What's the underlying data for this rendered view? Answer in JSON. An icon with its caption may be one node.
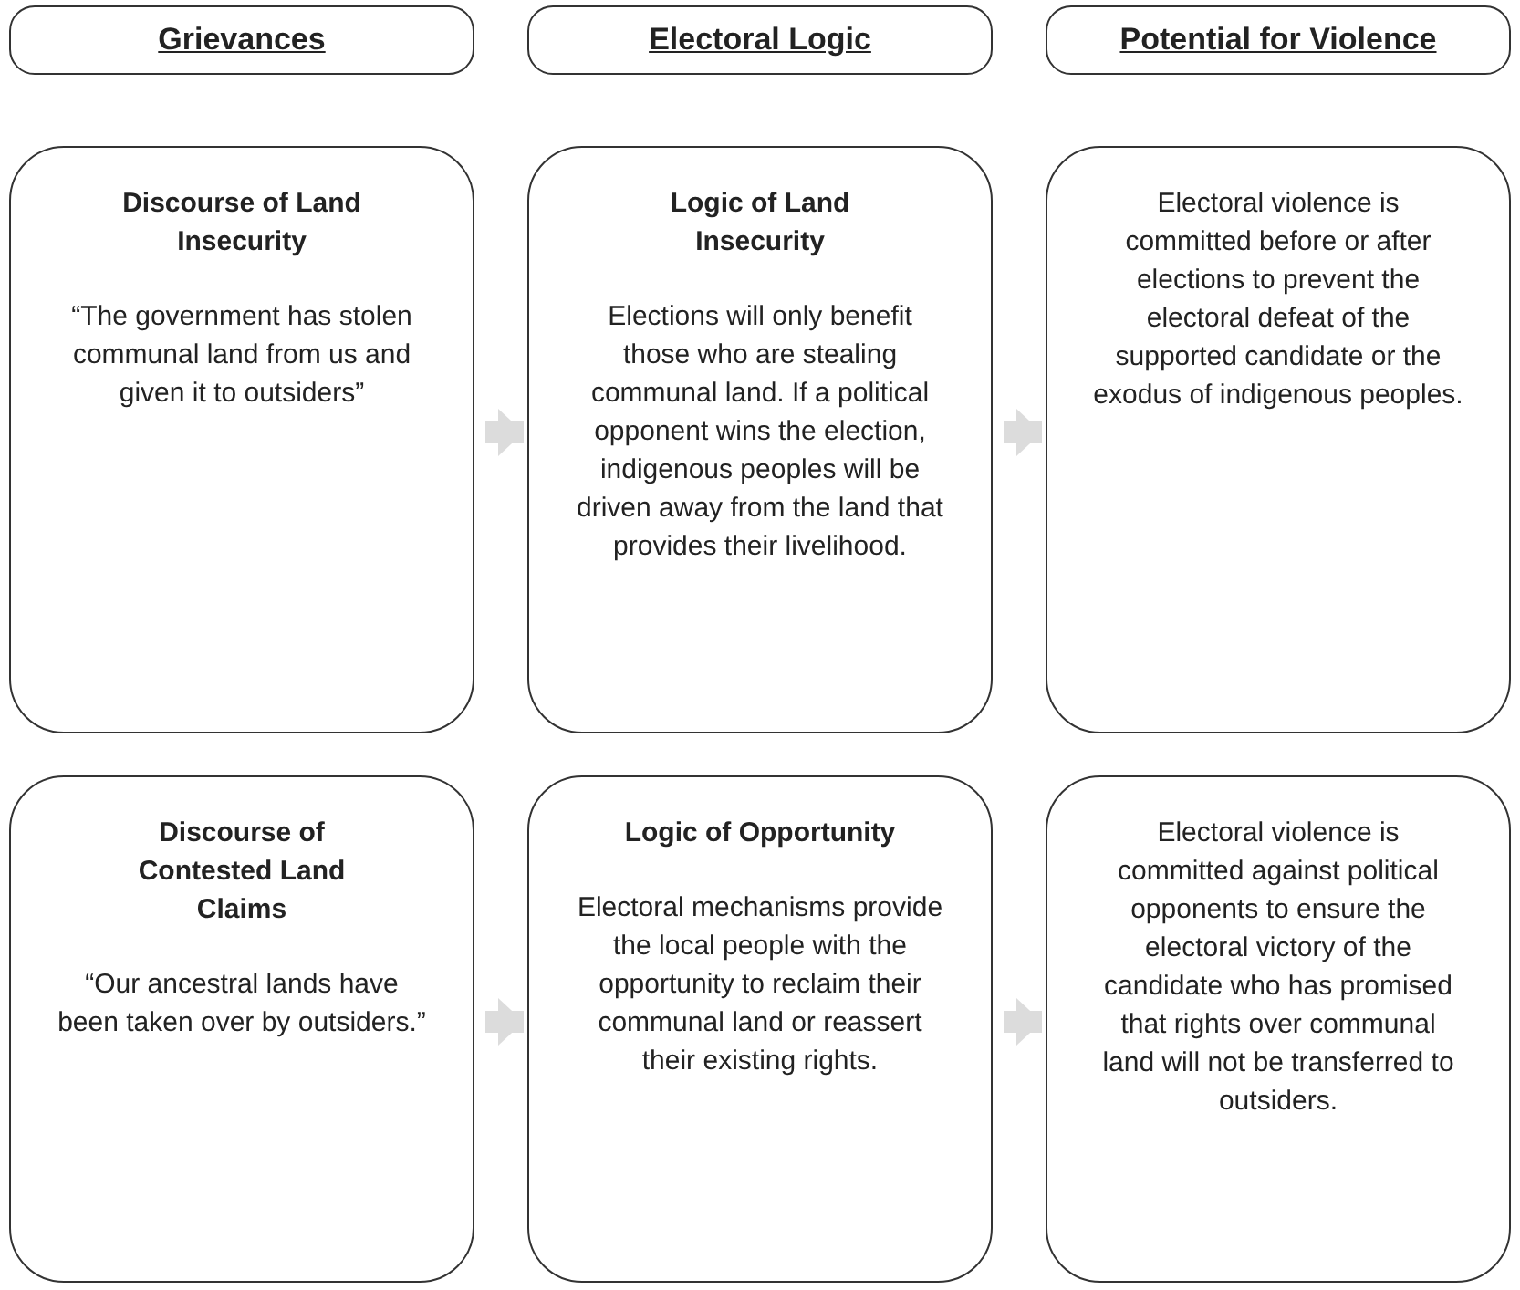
{
  "diagram": {
    "nodes": [
      {
        "text": [
          "Grievances"
        ]
      },
      {
        "text": [
          "Electoral Logic"
        ]
      },
      {
        "text": [
          "Potential for Violence"
        ]
      },
      {
        "text": [
          "Discourse of Land Insecurity",
          "“The government has stolen communal land from us and given it to outsiders”"
        ]
      },
      {
        "text": [
          "Logic of Land Insecurity",
          "Elections will only benefit those who are stealing communal land. If a political opponent wins the election, indigenous peoples will be driven away from the land that provides their livelihood."
        ]
      },
      {
        "text": [
          "Electoral violence is committed before or after elections to prevent the electoral defeat of the supported candidate or the exodus of indigenous peoples."
        ]
      },
      {
        "text": [
          "Discourse of Contested Land Claims",
          "“Our ancestral lands have been taken over by outsiders.”"
        ]
      },
      {
        "text": [
          "Logic of Opportunity",
          "Electoral mechanisms provide the local people with the opportunity to reclaim their communal land or reassert their existing rights."
        ]
      },
      {
        "text": [
          "Electoral violence is committed against political opponents to ensure the electoral victory of the candidate who has promised that rights over communal land will not be transferred to outsiders."
        ]
      }
    ],
    "edges": [
      {
        "from": 3,
        "to": 4,
        "arrow": "to",
        "color": "#dcdcdc"
      },
      {
        "from": 4,
        "to": 5,
        "arrow": "to",
        "color": "#dcdcdc"
      },
      {
        "from": 6,
        "to": 7,
        "arrow": "to",
        "color": "#dcdcdc"
      },
      {
        "from": 7,
        "to": 8,
        "arrow": "to",
        "color": "#dcdcdc"
      }
    ]
  }
}
